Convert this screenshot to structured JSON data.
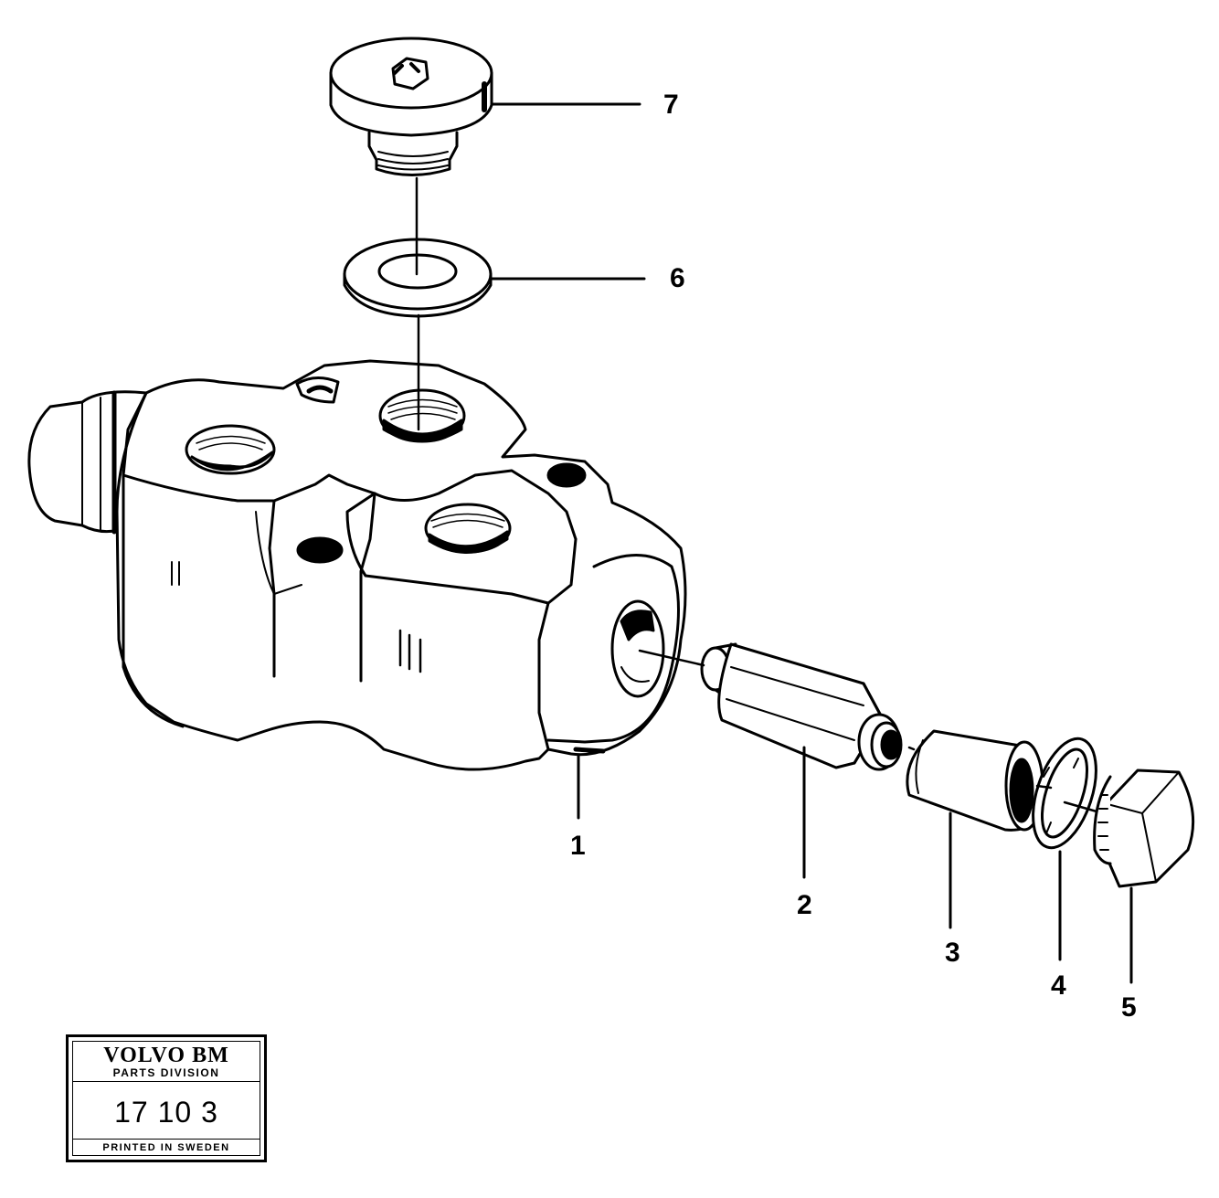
{
  "diagram": {
    "callouts": [
      "1",
      "2",
      "3",
      "4",
      "5",
      "6",
      "7"
    ]
  },
  "stamp": {
    "brand": "VOLVO BM",
    "division": "PARTS DIVISION",
    "number": "17 10 3",
    "printed": "PRINTED IN SWEDEN"
  }
}
